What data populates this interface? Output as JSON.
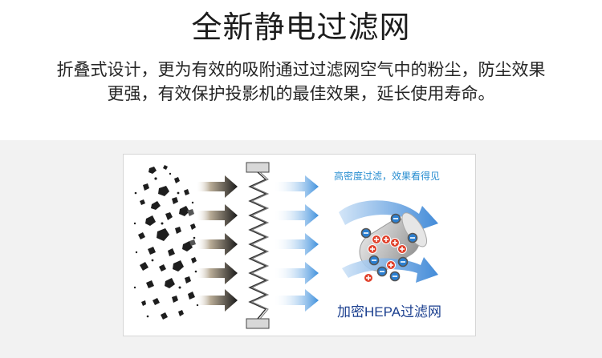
{
  "heading": {
    "title": "全新静电过滤网",
    "description": "折叠式设计，更为有效的吸附通过过滤网空气中的粉尘，防尘效果更强，有效保护投影机的最佳效果，延长使用寿命。"
  },
  "diagram": {
    "caption_top": "高密度过滤，效果看得见",
    "caption_bottom": "加密HEPA过滤网",
    "colors": {
      "caption_blue": "#2b8fd1",
      "caption_dark_blue": "#1b3f8f",
      "airflow_blue": "#4a9be0",
      "positive_charge": "#e0412b",
      "negative_charge": "#2b7fd1"
    },
    "icons": [
      "dust-particles",
      "dirty-air-arrow-icon",
      "pleated-filter-icon",
      "clean-air-arrow-icon",
      "filter-fiber-icon",
      "positive-charge-icon",
      "negative-charge-icon"
    ]
  }
}
